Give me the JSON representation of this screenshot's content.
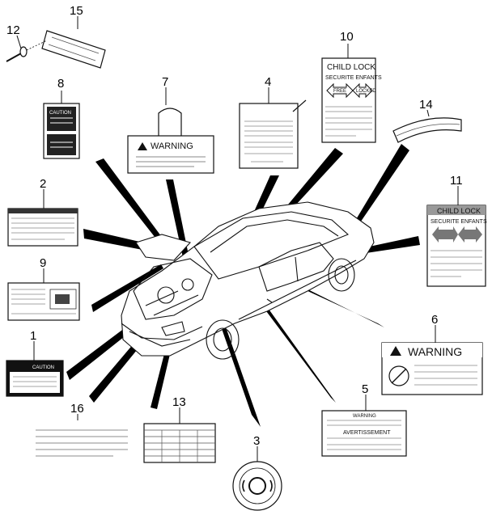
{
  "callouts": {
    "n1": "1",
    "n2": "2",
    "n3": "3",
    "n4": "4",
    "n5": "5",
    "n6": "6",
    "n7": "7",
    "n8": "8",
    "n9": "9",
    "n10": "10",
    "n11": "11",
    "n12": "12",
    "n13": "13",
    "n14": "14",
    "n15": "15",
    "n16": "16"
  },
  "labels": {
    "warning7": "WARNING",
    "warning6": "WARNING",
    "caution8": "CAUTION",
    "caution1": "CAUTION",
    "childlock10": "CHILD LOCK",
    "securite10": "SECURITE ENFANTS",
    "free10": "FREE",
    "locked10": "LOCKED",
    "childlock11": "CHILD LOCK",
    "securite11": "SECURITE ENFANTS",
    "warning5": "WARNING",
    "avert5": "AVERTISSEMENT"
  }
}
